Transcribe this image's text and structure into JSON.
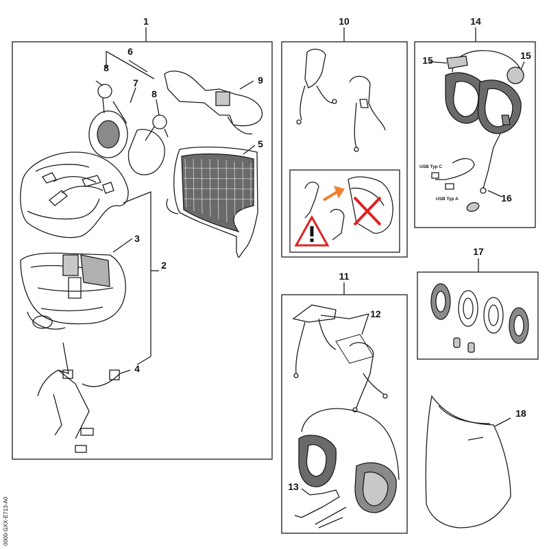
{
  "panels": {
    "p1": {
      "label": "1"
    },
    "p10": {
      "label": "10"
    },
    "p14": {
      "label": "14"
    },
    "p11": {
      "label": "11"
    },
    "p17": {
      "label": "17"
    },
    "p18": {
      "label": "18"
    }
  },
  "callouts": {
    "c2": "2",
    "c3": "3",
    "c4": "4",
    "c5": "5",
    "c6": "6",
    "c7": "7",
    "c8a": "8",
    "c8b": "8",
    "c9": "9",
    "c12": "12",
    "c13": "13",
    "c15a": "15",
    "c15b": "15",
    "c16": "16"
  },
  "usb_labels": {
    "type_c": "USB Typ C",
    "type_a": "USB Typ A"
  },
  "side_code": "0000-GXX-E713-A0",
  "colors": {
    "line": "#1a1a1a",
    "grey_pad": "#8a8a8a",
    "light_grey": "#c8c8c8",
    "warning_red": "#e02020",
    "arrow_orange": "#f08030"
  },
  "icons": [
    "warning-triangle-icon",
    "cross-mark-icon",
    "arrow-right-icon"
  ]
}
